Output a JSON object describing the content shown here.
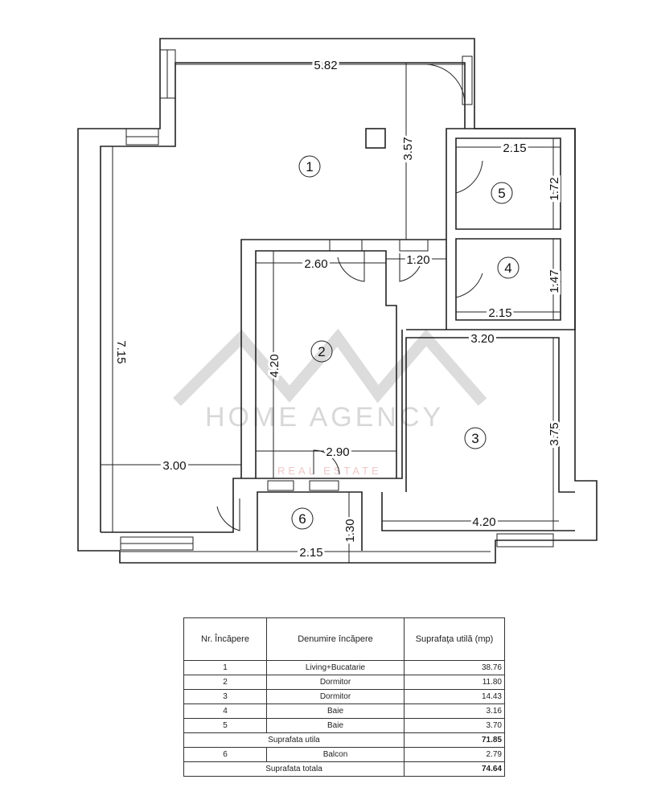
{
  "watermark": {
    "brand": "HOME AGENCY",
    "sub": "REAL ESTATE"
  },
  "rooms": [
    "1",
    "2",
    "3",
    "4",
    "5",
    "6"
  ],
  "dimensions": {
    "d582": "5.82",
    "d357": "3.57",
    "d715": "7.15",
    "d215a": "2.15",
    "d172": "1.72",
    "d260": "2.60",
    "d120": "1.20",
    "d147": "1.47",
    "d215b": "2.15",
    "d320": "3.20",
    "d420a": "4.20",
    "d290": "2.90",
    "d300": "3.00",
    "d375": "3.75",
    "d420b": "4.20",
    "d130": "1.30",
    "d215c": "2.15"
  },
  "table": {
    "headers": [
      "Nr. Încăpere",
      "Denumire încăpere",
      "Suprafaţa utilă (mp)"
    ],
    "rows": [
      {
        "nr": "1",
        "name": "Living+Bucatarie",
        "area": "38.76"
      },
      {
        "nr": "2",
        "name": "Dormitor",
        "area": "11.80"
      },
      {
        "nr": "3",
        "name": "Dormitor",
        "area": "14.43"
      },
      {
        "nr": "4",
        "name": "Baie",
        "area": "3.16"
      },
      {
        "nr": "5",
        "name": "Baie",
        "area": "3.70"
      }
    ],
    "subtotal": {
      "label": "Suprafata utila",
      "area": "71.85"
    },
    "balcony": {
      "nr": "6",
      "name": "Balcon",
      "area": "2.79"
    },
    "total": {
      "label": "Suprafata totala",
      "area": "74.64"
    }
  }
}
